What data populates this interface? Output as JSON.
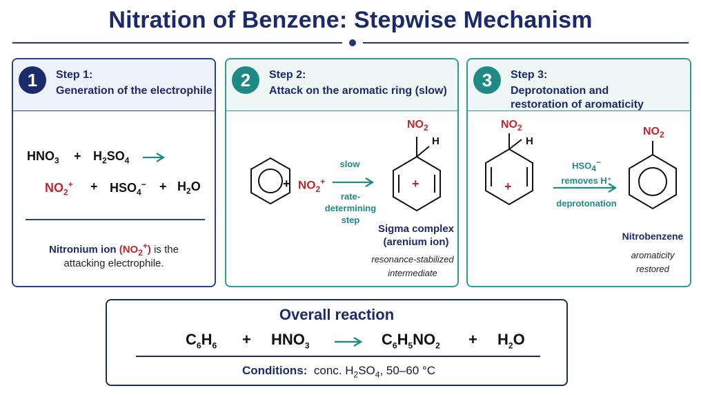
{
  "title": "Nitration of Benzene: Stepwise Mechanism",
  "colors": {
    "navy": "#1b2a6b",
    "teal": "#1f8a85",
    "red": "#c0272d"
  },
  "step1": {
    "badge": "1",
    "label": "Step 1:",
    "title": "Generation of the electrophile",
    "reactant1": "HNO",
    "reactant1_sub": "3",
    "plus": "+",
    "reactant2_a": "H",
    "reactant2_sub": "2",
    "reactant2_b": "SO",
    "reactant2_sub2": "4",
    "product1": "NO",
    "product1_sub": "2",
    "product1_sup": "+",
    "product2": "HSO",
    "product2_sub": "4",
    "product2_sup": "−",
    "product3_a": "H",
    "product3_sub": "2",
    "product3_b": "O",
    "note_bold": "Nitronium ion",
    "note_ion": "(NO",
    "note_ion_sub": "2",
    "note_ion_sup": "+",
    "note_ion_close": ")",
    "note_rest": "is the",
    "note_line2": "attacking electrophile."
  },
  "step2": {
    "badge": "2",
    "label": "Step 2:",
    "title": "Attack on the aromatic ring (slow)",
    "plus": "+",
    "electrophile": "NO",
    "electrophile_sub": "2",
    "electrophile_sup": "+",
    "arrow_top": "slow",
    "arrow_bottom": [
      "rate-",
      "determining",
      "step"
    ],
    "group": "NO",
    "group_sub": "2",
    "h": "H",
    "ring_charge": "+",
    "product_name": [
      "Sigma complex",
      "(arenium ion)"
    ],
    "product_note": [
      "resonance-stabilized",
      "intermediate"
    ]
  },
  "step3": {
    "badge": "3",
    "label": "Step 3:",
    "title": [
      "Deprotonation and",
      "restoration of aromaticity"
    ],
    "group": "NO",
    "group_sub": "2",
    "h": "H",
    "ring_charge": "+",
    "arrow_top_a": "HSO",
    "arrow_top_sub": "4",
    "arrow_top_sup": "−",
    "arrow_top_line2": "removes H⁺",
    "arrow_bottom": "deprotonation",
    "product_group": "NO",
    "product_group_sub": "2",
    "product_name": "Nitrobenzene",
    "product_note": [
      "aromaticity",
      "restored"
    ]
  },
  "overall": {
    "heading": "Overall reaction",
    "r1_a": "C",
    "r1_sub1": "6",
    "r1_b": "H",
    "r1_sub2": "6",
    "plus": "+",
    "r2_a": "HNO",
    "r2_sub": "3",
    "p1_a": "C",
    "p1_sub1": "6",
    "p1_b": "H",
    "p1_sub2": "5",
    "p1_c": "NO",
    "p1_sub3": "2",
    "p2_a": "H",
    "p2_sub": "2",
    "p2_b": "O",
    "conditions_label": "Conditions:",
    "conditions_a": "conc. H",
    "conditions_sub1": "2",
    "conditions_b": "SO",
    "conditions_sub2": "4",
    "conditions_c": ", 50–60 °C"
  }
}
